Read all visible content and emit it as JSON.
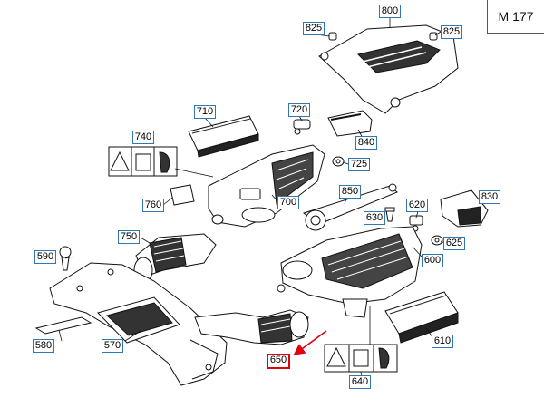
{
  "model_code": "M 177",
  "highlight_color": "#e1000f",
  "label_border_color": "#2f78b5",
  "parts": {
    "p800": "800",
    "p825a": "825",
    "p825b": "825",
    "p710": "710",
    "p720": "720",
    "p840": "840",
    "p740": "740",
    "p725": "725",
    "p850": "850",
    "p830": "830",
    "p760": "760",
    "p700": "700",
    "p630": "630",
    "p620": "620",
    "p625": "625",
    "p750": "750",
    "p590": "590",
    "p600": "600",
    "p580": "580",
    "p570": "570",
    "p610": "610",
    "p650": "650",
    "p640": "640"
  },
  "highlighted_part": "650"
}
